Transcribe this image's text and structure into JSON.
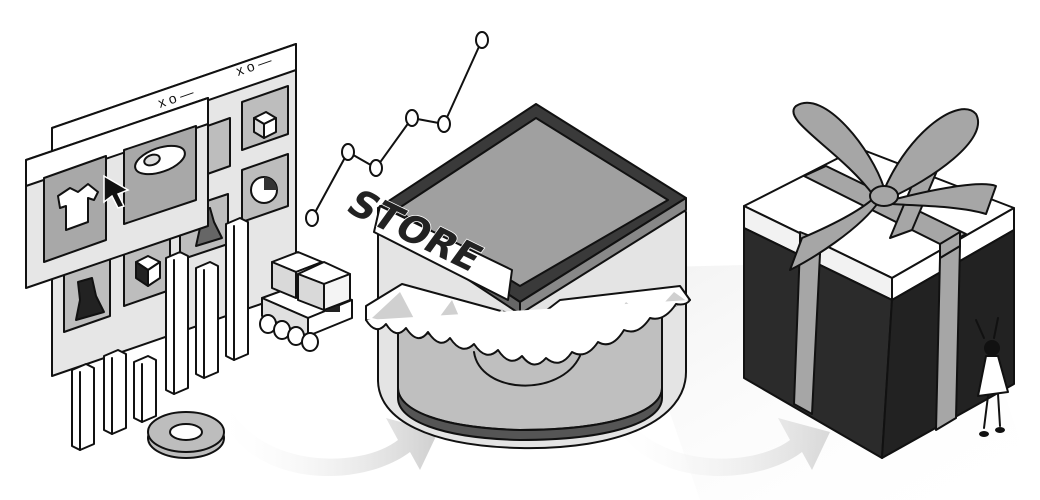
{
  "storefront": {
    "sign_text": "STORE"
  },
  "windows": {
    "front_window_controls": "x o —",
    "back_window_controls": "x o —"
  },
  "icons": {
    "cursor": "arrow-cursor-icon",
    "product_tshirt": "tshirt-icon",
    "product_shoe": "shoe-icon",
    "product_dress": "dress-icon",
    "product_box": "box-icon",
    "product_gear": "gear-icon",
    "gift": "gift-box-icon"
  },
  "colors": {
    "outline": "#111111",
    "light_gray": "#d9d9d9",
    "mid_gray": "#a6a6a6",
    "dark": "#2b2b2b",
    "arrow_gray": "#d0d0d0"
  }
}
